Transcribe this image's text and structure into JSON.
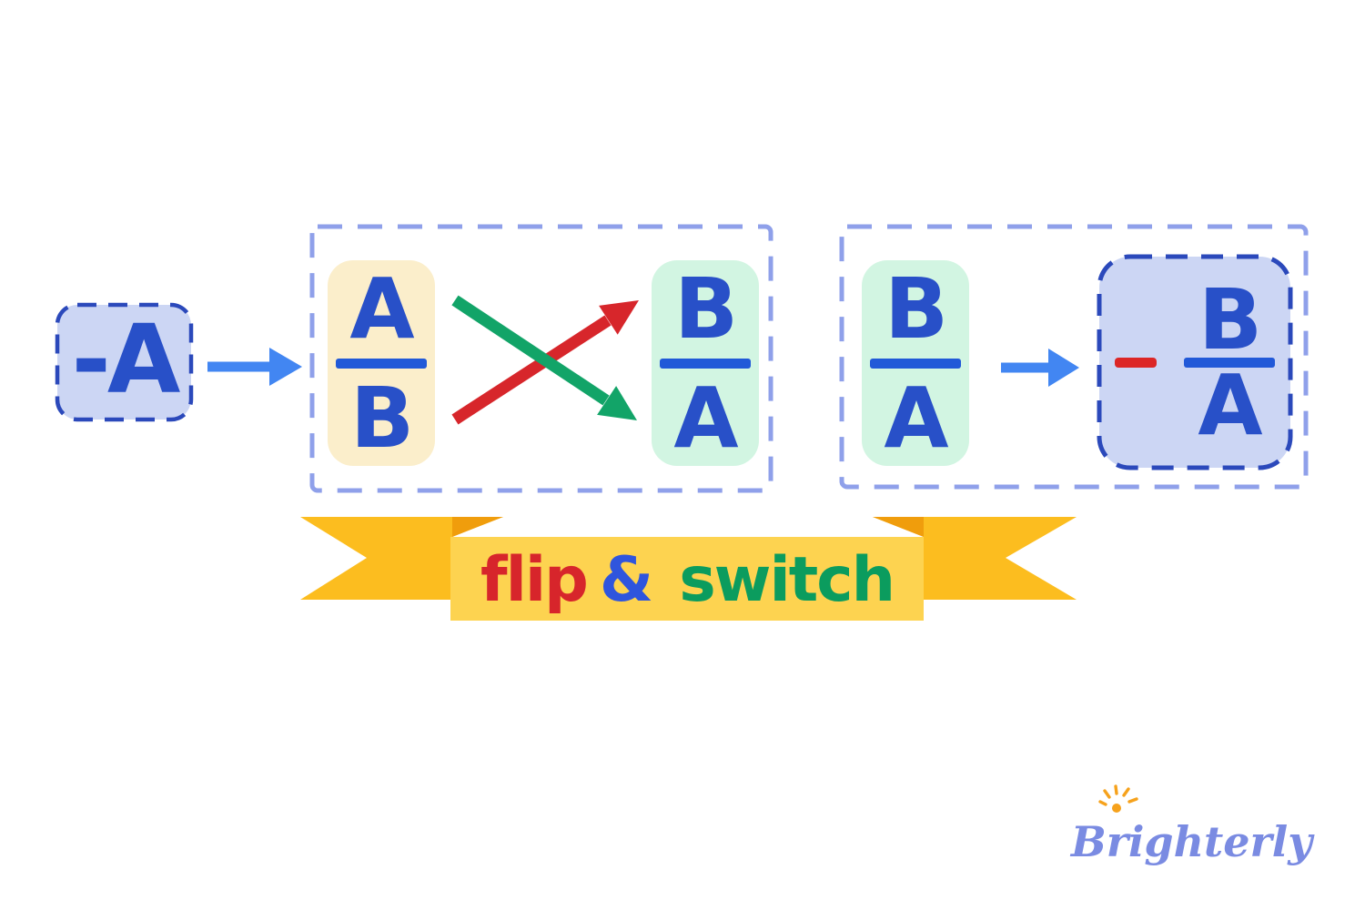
{
  "colors": {
    "letter_blue": "#2850c8",
    "fraction_bar_blue": "#2159d8",
    "card_yellow": "#fbeecb",
    "card_mint": "#d2f5e2",
    "card_periwinkle": "#ccd6f4",
    "dashed_outline_light": "#8fa0ea",
    "dashed_outline_dark": "#2b49bb",
    "arrow_blue": "#4286f2",
    "arrow_red": "#d7262b",
    "arrow_green": "#12a468",
    "minus_red": "#dc2626",
    "ribbon_gold": "#fcbd1f",
    "ribbon_fold": "#f09d0c",
    "ribbon_band": "#fdd350",
    "word_flip_red": "#d7252b",
    "word_amp_blue": "#2f55dd",
    "word_switch_green": "#0b9c5e",
    "logo_periwinkle": "#7a8be2",
    "logo_sun_orange": "#f6a21c"
  },
  "negative_term": {
    "label": "-A"
  },
  "step1": {
    "source_fraction": {
      "numerator": "A",
      "denominator": "B"
    },
    "result_fraction": {
      "numerator": "B",
      "denominator": "A"
    }
  },
  "step2": {
    "source_fraction": {
      "numerator": "B",
      "denominator": "A"
    },
    "result": {
      "sign": "−",
      "fraction": {
        "numerator": "B",
        "denominator": "A"
      }
    }
  },
  "ribbon": {
    "word1": "flip",
    "word2": "&",
    "word3": "switch"
  },
  "logo": {
    "text": "Brighterly"
  }
}
